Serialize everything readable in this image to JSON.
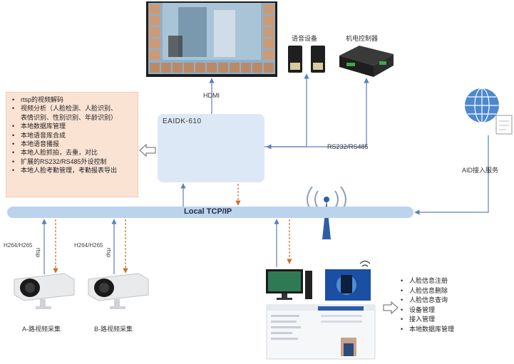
{
  "features": {
    "items": [
      "rtsp的视频解码",
      "视频分析（人脸检测、人脸识别、",
      "表情识别、性别识别、年龄识别）",
      "本地数据库管理",
      "本地语音库合成",
      "本地语音播报",
      "本地人脸抓拍，去重，对比",
      "扩展的RS232/RS485外设控制",
      "本地人脸考勤管理，考勤报表导出"
    ]
  },
  "eaidk": {
    "title": "EAIDK-610"
  },
  "labels": {
    "hdmi": "HDMI",
    "speaker": "语音设备",
    "motor_controller": "机电控制器",
    "rs232": "RS232/RS485",
    "aid_service": "AID接入服务",
    "bus": "Local TCP/IP",
    "cam_a": "A-路视频采集",
    "cam_b": "B-路视频采集",
    "h264_a": "H264/H265",
    "h264_b": "H264/H265",
    "rtsp_a": "rtsp",
    "rtsp_b": "rtsp"
  },
  "management": {
    "items": [
      "人脸信息注册",
      "人脸信息删除",
      "人脸信息查询",
      "设备管理",
      "接入管理",
      "本地数据库管理"
    ]
  },
  "colors": {
    "accent_blue": "#5b7fbf",
    "arrow_orange": "#c8702a",
    "feature_bg": "#fbe3d4",
    "eaidk_bg": "#dde8f6",
    "bus": "#bcd3ee"
  }
}
